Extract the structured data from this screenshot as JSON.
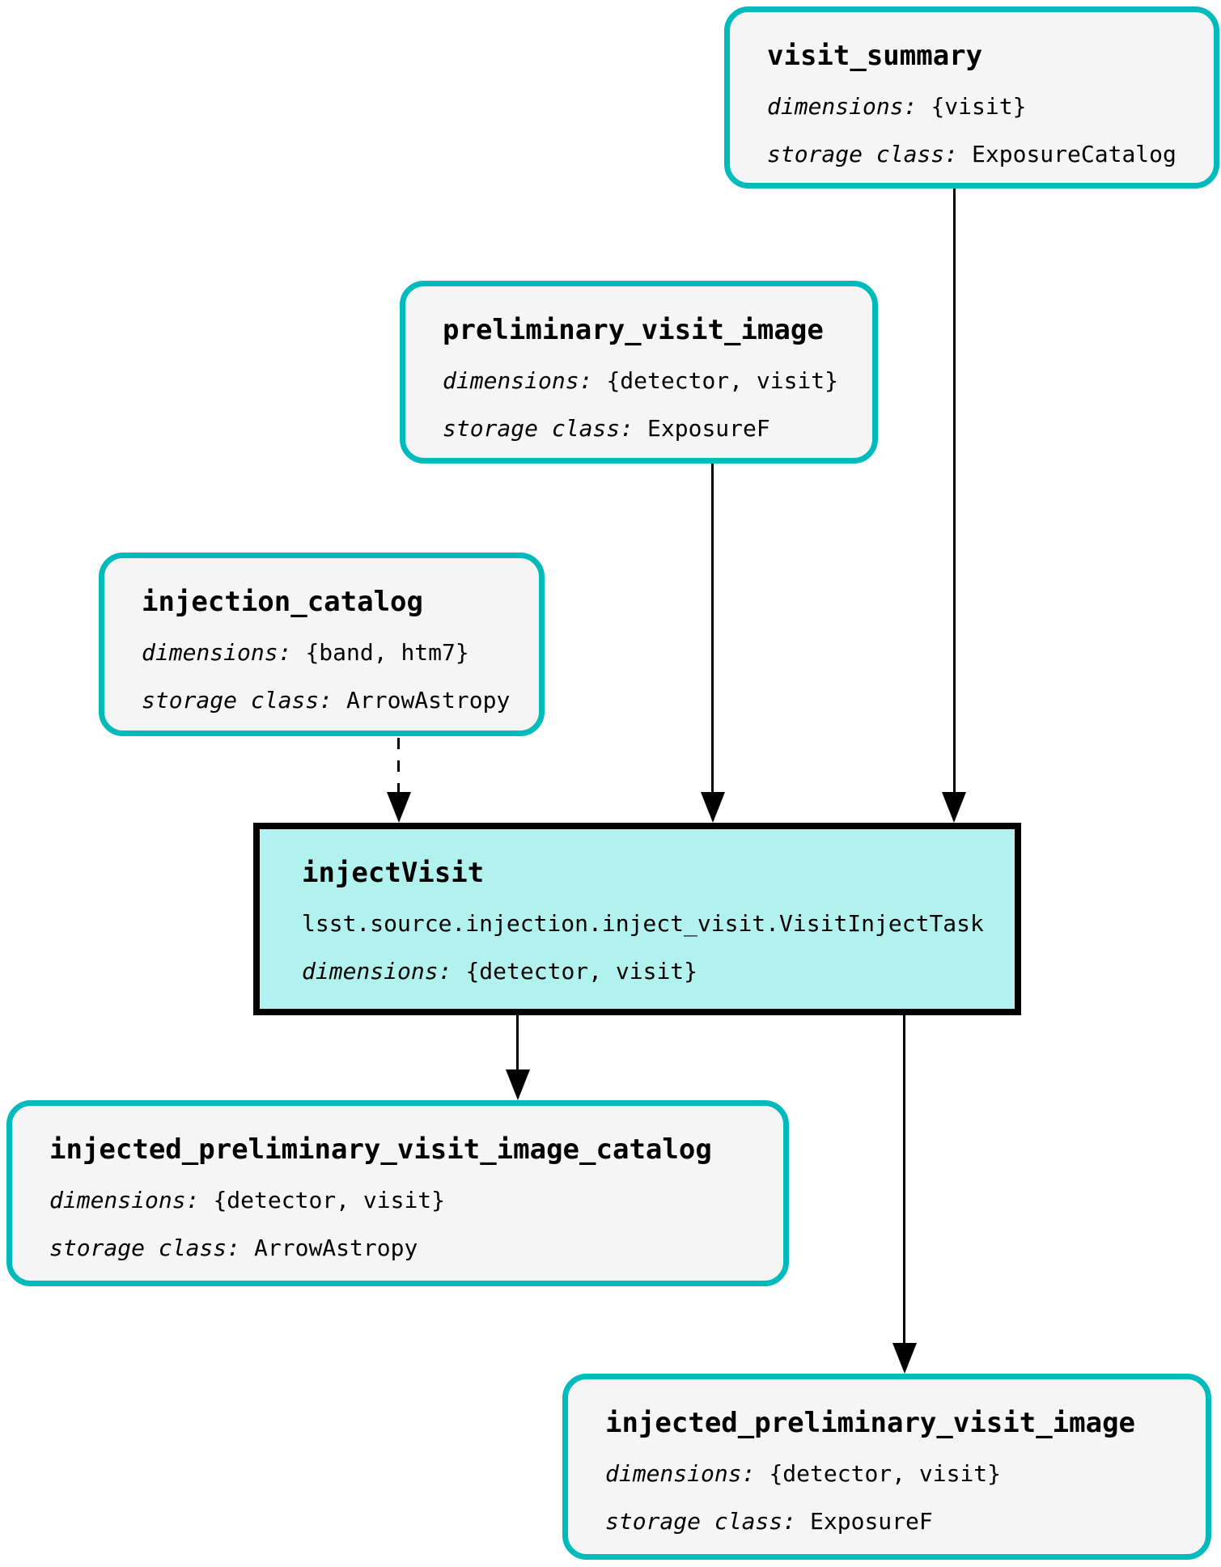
{
  "diagram": {
    "kind": "pipeline-task-graph",
    "colors": {
      "background": "#FFFFFF",
      "dataset_border": "#00BABC",
      "dataset_fill": "#F5F5F5",
      "task_border": "#000000",
      "task_fill": "#B1F2EF",
      "edge": "#000000",
      "text": "#000000"
    },
    "nodes": [
      {
        "id": "visit_summary",
        "kind": "dataset",
        "title": "visit_summary",
        "fields": [
          {
            "label": "dimensions:",
            "value": "{visit}"
          },
          {
            "label": "storage class:",
            "value": "ExposureCatalog"
          }
        ]
      },
      {
        "id": "preliminary_visit_image",
        "kind": "dataset",
        "title": "preliminary_visit_image",
        "fields": [
          {
            "label": "dimensions:",
            "value": "{detector, visit}"
          },
          {
            "label": "storage class:",
            "value": "ExposureF"
          }
        ]
      },
      {
        "id": "injection_catalog",
        "kind": "dataset",
        "title": "injection_catalog",
        "fields": [
          {
            "label": "dimensions:",
            "value": "{band, htm7}"
          },
          {
            "label": "storage class:",
            "value": "ArrowAstropy"
          }
        ]
      },
      {
        "id": "injectVisit",
        "kind": "task",
        "title": "injectVisit",
        "task_class": "lsst.source.injection.inject_visit.VisitInjectTask",
        "fields": [
          {
            "label": "dimensions:",
            "value": "{detector, visit}"
          }
        ]
      },
      {
        "id": "injected_preliminary_visit_image_catalog",
        "kind": "dataset",
        "title": "injected_preliminary_visit_image_catalog",
        "fields": [
          {
            "label": "dimensions:",
            "value": "{detector, visit}"
          },
          {
            "label": "storage class:",
            "value": "ArrowAstropy"
          }
        ]
      },
      {
        "id": "injected_preliminary_visit_image",
        "kind": "dataset",
        "title": "injected_preliminary_visit_image",
        "fields": [
          {
            "label": "dimensions:",
            "value": "{detector, visit}"
          },
          {
            "label": "storage class:",
            "value": "ExposureF"
          }
        ]
      }
    ],
    "edges": [
      {
        "from": "visit_summary",
        "to": "injectVisit",
        "style": "solid"
      },
      {
        "from": "preliminary_visit_image",
        "to": "injectVisit",
        "style": "solid"
      },
      {
        "from": "injection_catalog",
        "to": "injectVisit",
        "style": "dashed"
      },
      {
        "from": "injectVisit",
        "to": "injected_preliminary_visit_image_catalog",
        "style": "solid"
      },
      {
        "from": "injectVisit",
        "to": "injected_preliminary_visit_image",
        "style": "solid"
      }
    ]
  }
}
